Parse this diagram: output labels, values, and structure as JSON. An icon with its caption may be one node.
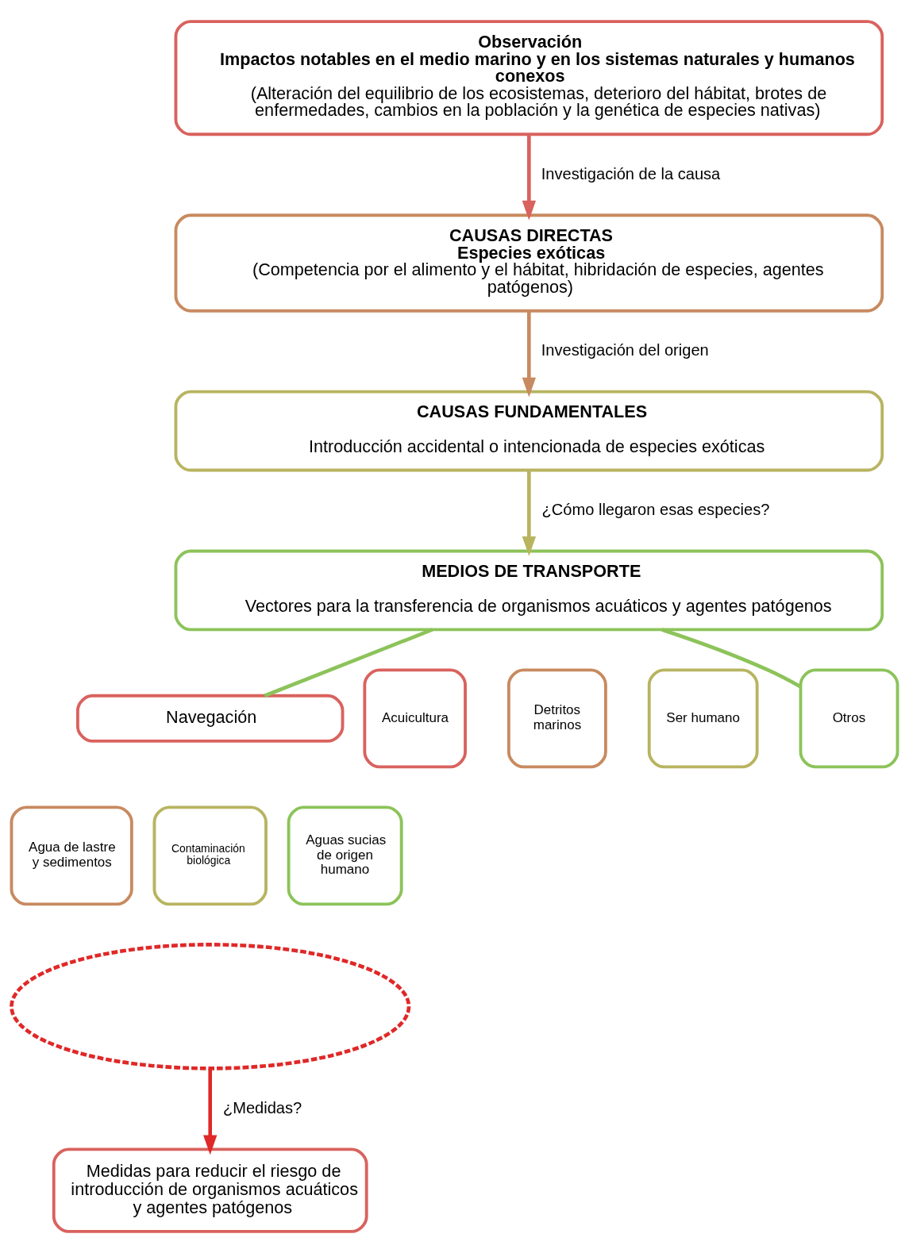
{
  "diagram": {
    "nodes": [
      {
        "text": [
          "Observación",
          "Impactos notables en el medio marino y en los sistemas naturales y humanos conexos",
          "(Alteración del equilibrio de los ecosistemas, deterioro del hábitat, brotes de enfermedades, cambios en la población y la genética de especies nativas)"
        ]
      },
      {
        "text": [
          "CAUSAS DIRECTAS",
          "Especies exóticas",
          "(Competencia por el alimento y el hábitat, hibridación de especies, agentes patógenos)"
        ]
      },
      {
        "text": [
          "CAUSAS FUNDAMENTALES",
          "Introducción accidental o intencionada de especies exóticas"
        ]
      },
      {
        "text": [
          "MEDIOS DE TRANSPORTE",
          "Vectores para la transferencia de organismos acuáticos y agentes patógenos"
        ]
      },
      {
        "text": [
          "Navegación"
        ]
      },
      {
        "text": [
          "Agua de lastre y sedimentos"
        ]
      },
      {
        "text": [
          "Contaminación biológica"
        ]
      },
      {
        "text": [
          "Aguas sucias de origen humano"
        ]
      },
      {
        "text": [
          "Acuicultura"
        ]
      },
      {
        "text": [
          "Detritos marinos"
        ]
      },
      {
        "text": [
          "Ser humano"
        ]
      },
      {
        "text": [
          "Otros"
        ]
      },
      {
        "text": [],
        "shape": "ellipse"
      },
      {
        "text": [
          "Medidas para reducir el riesgo de introducción de organismos acuáticos y agentes patógenos"
        ]
      }
    ],
    "edges": [
      {
        "from": 0,
        "to": 1,
        "arrow": "to",
        "label": "Investigación de la causa",
        "color": "#d9625e"
      },
      {
        "from": 1,
        "to": 2,
        "arrow": "to",
        "label": "Investigación del origen",
        "color": "#c88a60"
      },
      {
        "from": 2,
        "to": 3,
        "arrow": "to",
        "label": "¿Cómo llegaron esas especies?",
        "color": "#b8b460"
      },
      {
        "from": 3,
        "to": 4,
        "arrow": "none"
      },
      {
        "from": 3,
        "to": 11,
        "arrow": "none"
      },
      {
        "from": 12,
        "to": 13,
        "arrow": "to",
        "label": "¿Medidas?",
        "color": "#e02828"
      }
    ]
  }
}
